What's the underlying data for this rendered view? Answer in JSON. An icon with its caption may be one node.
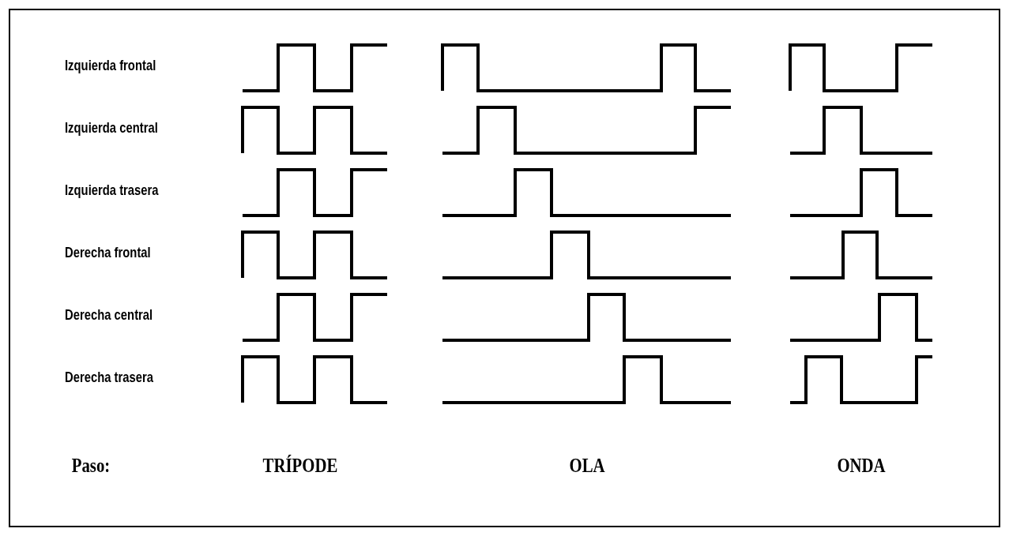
{
  "diagram": {
    "labels": [
      "Izquierda frontal",
      "Izquierda central",
      "Izquierda trasera",
      "Derecha frontal",
      "Derecha central",
      "Derecha trasera",
      "Paso:",
      "TRÍPODE",
      "OLA",
      "ONDA"
    ]
  }
}
